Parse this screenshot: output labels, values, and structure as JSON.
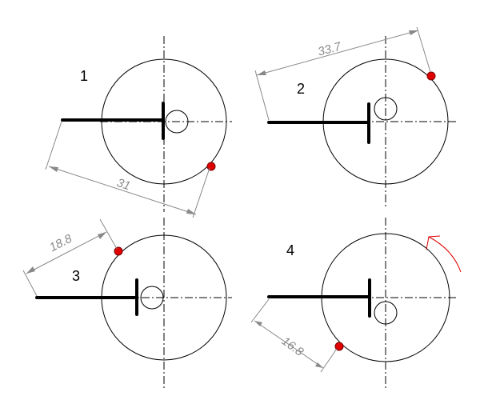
{
  "diagram": {
    "panels": [
      {
        "id": "1",
        "label": "1",
        "dimension": "31"
      },
      {
        "id": "2",
        "label": "2",
        "dimension": "33.7"
      },
      {
        "id": "3",
        "label": "3",
        "dimension": "18.8"
      },
      {
        "id": "4",
        "label": "4",
        "dimension": "16.8"
      }
    ],
    "colors": {
      "pin": "#e00000",
      "rotation_arrow": "#e00000",
      "dimension": "#888888",
      "line": "#000000"
    },
    "icons": {
      "rotation": "rotation-arrow-icon",
      "pin": "pin-marker-icon"
    }
  }
}
